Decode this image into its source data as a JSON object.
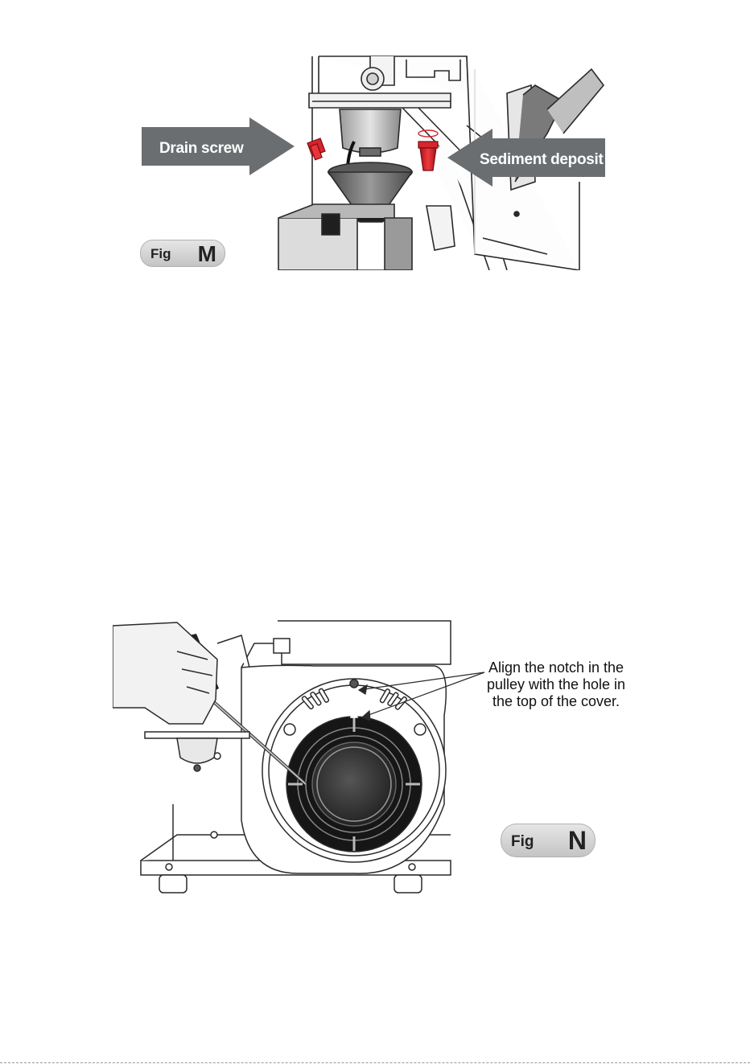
{
  "figure_m": {
    "drain_label": "Drain screw",
    "sediment_label": "Sediment deposit",
    "badge_word": "Fig",
    "badge_letter": "M"
  },
  "figure_n": {
    "note": "Align the notch in the pulley with the hole in the top of the cover.",
    "badge_word": "Fig",
    "badge_letter": "N"
  },
  "colors": {
    "arrow_gray": "#6b6e70",
    "part_red": "#d7262d",
    "line_art": "#2a2a2a"
  }
}
